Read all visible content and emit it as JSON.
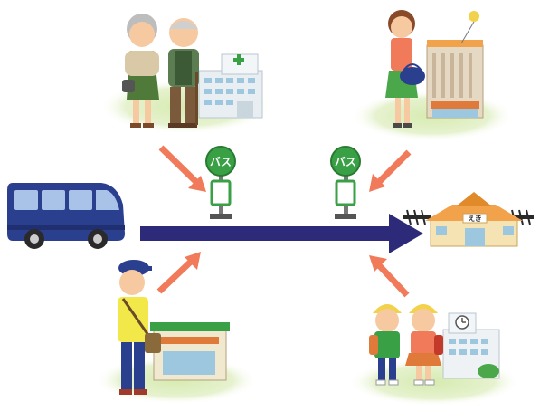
{
  "bus_stops": [
    {
      "sign_text": "バス"
    },
    {
      "sign_text": "バス"
    }
  ],
  "station": {
    "sign_text": "えき"
  },
  "colors": {
    "route_arrow": "#2e2a7a",
    "pointer_arrows": "#f07a5a",
    "bus_body": "#2b3f8f",
    "stop_sign": "#3aa045",
    "ground": "#d6ebb0",
    "station_roof": "#f2a24a"
  },
  "scenes": [
    {
      "name": "elderly-couple-at-hospital",
      "icons": [
        "elderly-woman-icon",
        "elderly-man-icon",
        "hospital-icon"
      ]
    },
    {
      "name": "woman-shopping-at-department-store",
      "icons": [
        "woman-icon",
        "shopping-bag-icon",
        "department-store-icon"
      ]
    },
    {
      "name": "worker-at-store",
      "icons": [
        "man-with-cap-icon",
        "store-icon"
      ]
    },
    {
      "name": "children-at-school",
      "icons": [
        "child-icon",
        "child-icon",
        "school-icon"
      ]
    }
  ]
}
